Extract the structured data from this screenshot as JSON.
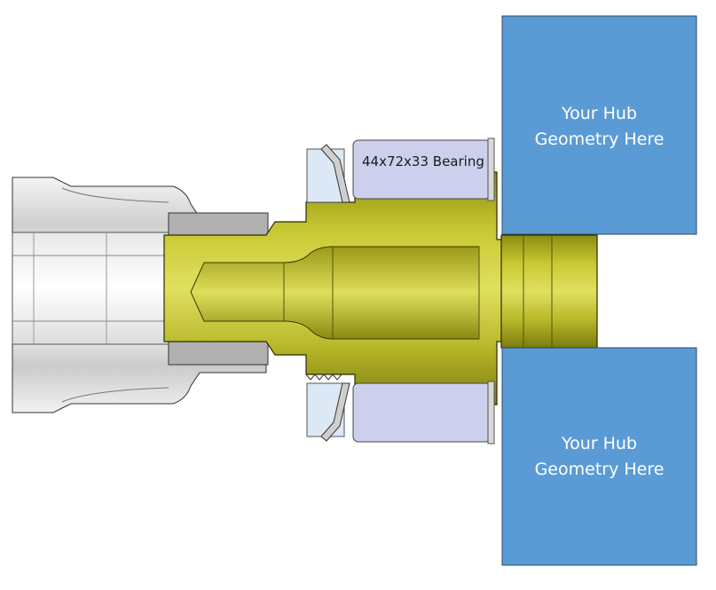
{
  "labels": {
    "bearing": "44x72x33 Bearing",
    "hub_top_line1": "Your Hub",
    "hub_top_line2": "Geometry Here",
    "hub_bottom_line1": "Your Hub",
    "hub_bottom_line2": "Geometry Here"
  },
  "colors": {
    "hub_fill": "#5b9bd5",
    "hub_stroke": "#2e4a66",
    "shaft_fill": "#b5b522",
    "shaft_shadow": "#8f8f14",
    "bearing_fill": "#ccd0ec",
    "seal_fill": "#dce8f6",
    "housing_fill": "#d7d7d7",
    "housing_dark": "#9a9a9a"
  }
}
